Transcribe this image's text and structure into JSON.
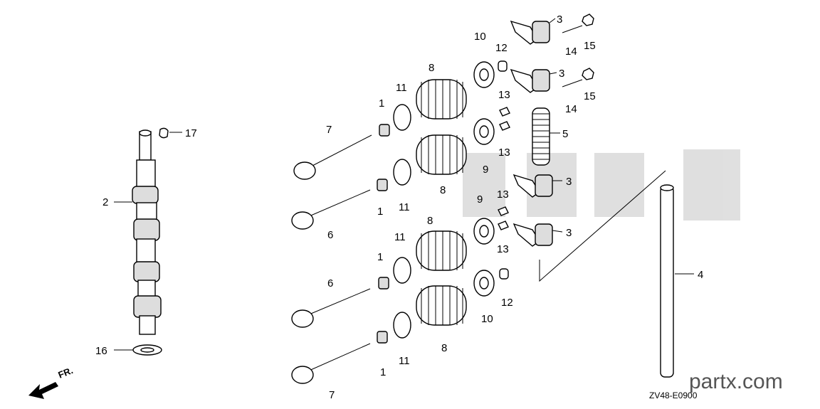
{
  "diagram_code": "ZV48-E0900",
  "watermark": "partx.com",
  "front_label": "FR.",
  "colors": {
    "line": "#000000",
    "background": "#ffffff",
    "watermark": "#555555"
  },
  "labels": {
    "p1a": "1",
    "p1b": "1",
    "p1c": "1",
    "p1d": "1",
    "p2": "2",
    "p3a": "3",
    "p3b": "3",
    "p3c": "3",
    "p3d": "3",
    "p4": "4",
    "p5": "5",
    "p6a": "6",
    "p6b": "6",
    "p7a": "7",
    "p7b": "7",
    "p8a": "8",
    "p8b": "8",
    "p8c": "8",
    "p8d": "8",
    "p9a": "9",
    "p9b": "9",
    "p10a": "10",
    "p10b": "10",
    "p11a": "11",
    "p11b": "11",
    "p11c": "11",
    "p11d": "11",
    "p12a": "12",
    "p12b": "12",
    "p13a": "13",
    "p13b": "13",
    "p13c": "13",
    "p13d": "13",
    "p14a": "14",
    "p14b": "14",
    "p15a": "15",
    "p15b": "15",
    "p16": "16",
    "p17": "17"
  }
}
